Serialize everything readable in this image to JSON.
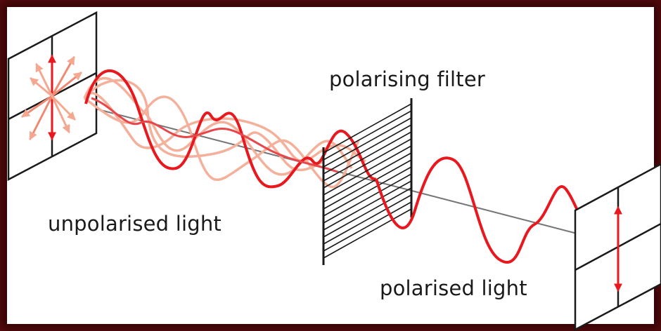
{
  "labels": {
    "filter": "polarising filter",
    "unpolarised": "unpolarised light",
    "polarised": "polarised light"
  },
  "colors": {
    "wave_primary": "#e8181e",
    "wave_faded": "#f4b09a",
    "frame_border": "#5a0c10",
    "line": "#222222",
    "axis": "#888888"
  }
}
